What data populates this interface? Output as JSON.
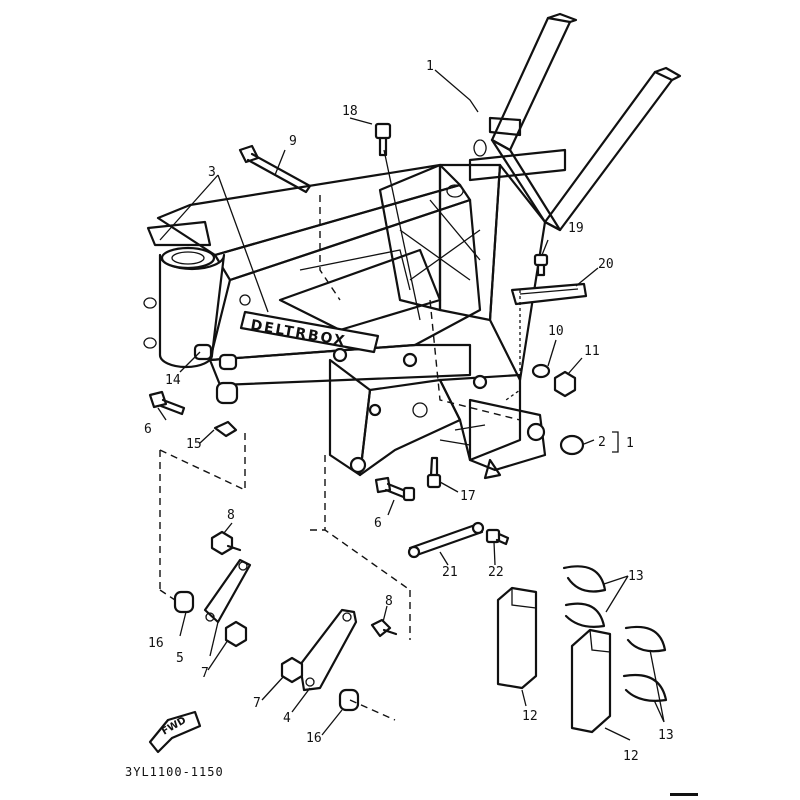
{
  "diagram_code": "3YL1100-1150",
  "frame_badge_text": "DELTRBOX",
  "fwd_label": "FWD",
  "callouts": [
    {
      "id": "c1",
      "text": "1"
    },
    {
      "id": "c1b",
      "text": "1"
    },
    {
      "id": "c2",
      "text": "2"
    },
    {
      "id": "c3",
      "text": "3"
    },
    {
      "id": "c4",
      "text": "4"
    },
    {
      "id": "c5",
      "text": "5"
    },
    {
      "id": "c6a",
      "text": "6"
    },
    {
      "id": "c6b",
      "text": "6"
    },
    {
      "id": "c7a",
      "text": "7"
    },
    {
      "id": "c7b",
      "text": "7"
    },
    {
      "id": "c8a",
      "text": "8"
    },
    {
      "id": "c8b",
      "text": "8"
    },
    {
      "id": "c9",
      "text": "9"
    },
    {
      "id": "c10",
      "text": "10"
    },
    {
      "id": "c11",
      "text": "11"
    },
    {
      "id": "c12a",
      "text": "12"
    },
    {
      "id": "c12b",
      "text": "12"
    },
    {
      "id": "c13a",
      "text": "13"
    },
    {
      "id": "c13b",
      "text": "13"
    },
    {
      "id": "c14",
      "text": "14"
    },
    {
      "id": "c15",
      "text": "15"
    },
    {
      "id": "c16a",
      "text": "16"
    },
    {
      "id": "c16b",
      "text": "16"
    },
    {
      "id": "c17",
      "text": "17"
    },
    {
      "id": "c18",
      "text": "18"
    },
    {
      "id": "c19",
      "text": "19"
    },
    {
      "id": "c20",
      "text": "20"
    },
    {
      "id": "c21",
      "text": "21"
    },
    {
      "id": "c22",
      "text": "22"
    }
  ]
}
